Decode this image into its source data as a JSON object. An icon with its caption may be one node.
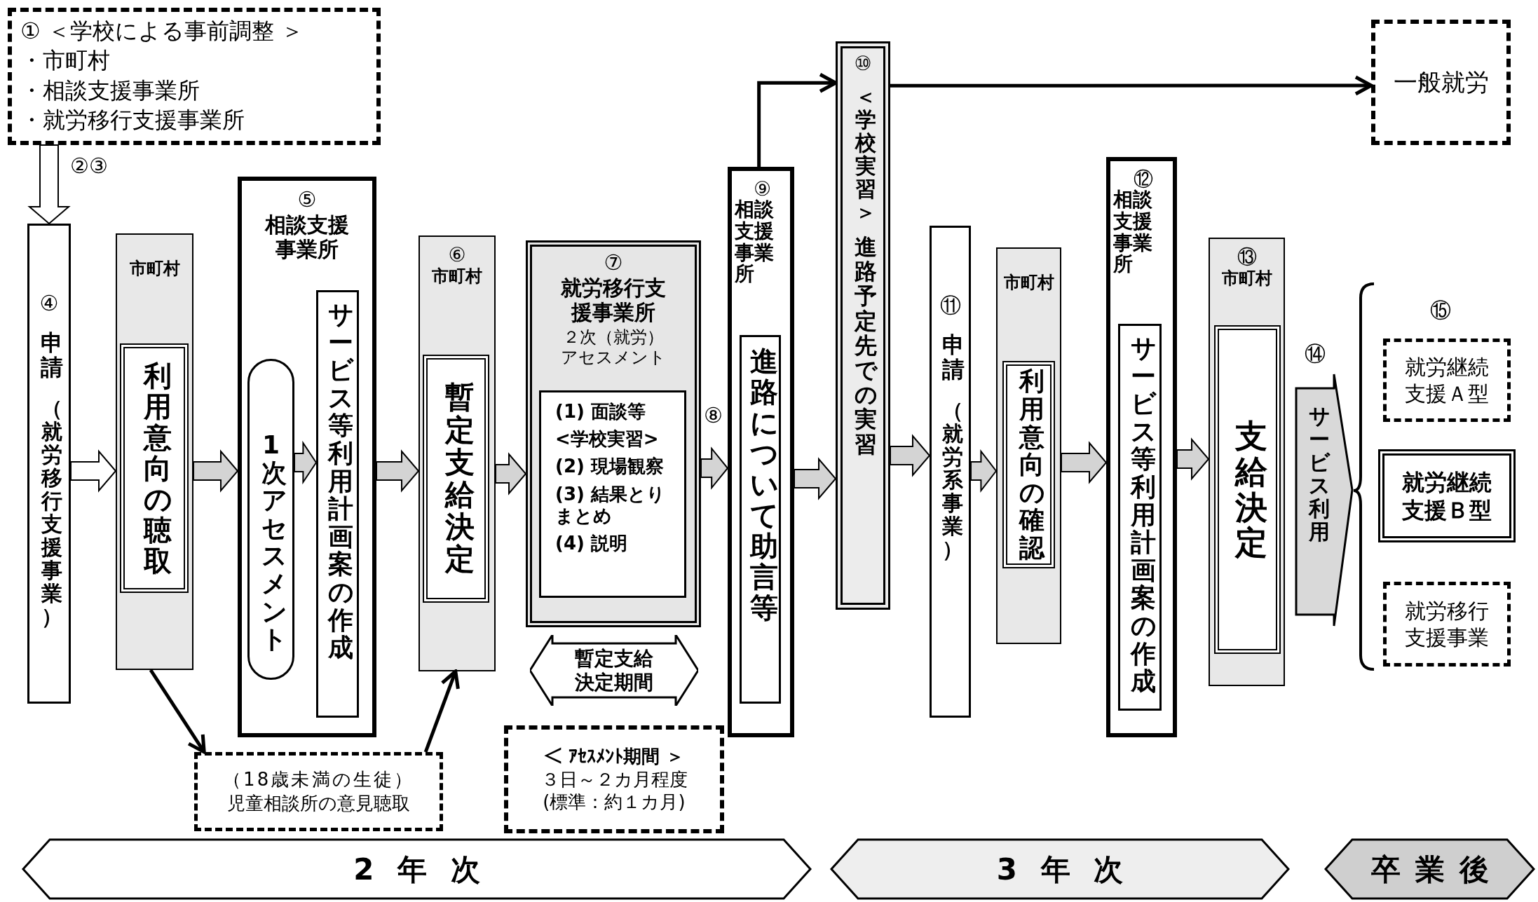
{
  "diagram": {
    "nodes": [
      {
        "text": [
          "① ＜学校による事前調整 ＞",
          "・市町村",
          "・相談支援事業所",
          "・就労移行支援事業所"
        ]
      },
      {
        "text": [
          "④",
          "申請",
          "（就労移行支援事業）"
        ]
      },
      {
        "text": [
          "市町村"
        ]
      },
      {
        "text": [
          "利用意向の聴取"
        ],
        "in": 2
      },
      {
        "text": [
          "⑤",
          "相談支援事業所"
        ]
      },
      {
        "text": [
          "1次アセスメント"
        ],
        "in": 4
      },
      {
        "text": [
          "サービス等利用計画案の作成"
        ],
        "in": 4
      },
      {
        "text": [
          "⑥",
          "市町村"
        ]
      },
      {
        "text": [
          "暫定支給決定"
        ],
        "in": 7
      },
      {
        "text": [
          "⑦",
          "就労移行支援事業所",
          "２次（就労）アセスメント"
        ]
      },
      {
        "text": [
          "(1) 面談等",
          "<学校実習>",
          "(2) 現場観察",
          "(3) 結果とりまとめ",
          "(4) 説明"
        ],
        "in": 9
      },
      {
        "text": [
          "暫定支給決定期間"
        ]
      },
      {
        "text": [
          "＜ ｱｾｽﾒﾝﾄ期間 ＞",
          "３日～２カ月程度",
          "(標準：約１カ月)"
        ]
      },
      {
        "text": [
          "⑨",
          "相談支援事業所"
        ]
      },
      {
        "text": [
          "進路について助言等"
        ],
        "in": 13
      },
      {
        "text": [
          "⑩",
          "＜学校実習＞",
          "進路予定先での実習"
        ]
      },
      {
        "text": [
          "一般就労"
        ]
      },
      {
        "text": [
          "⑪",
          "申請",
          "（就労系事業）"
        ]
      },
      {
        "text": [
          "市町村"
        ]
      },
      {
        "text": [
          "利用意向の確認"
        ],
        "in": 18
      },
      {
        "text": [
          "⑫",
          "相談支援事業所"
        ]
      },
      {
        "text": [
          "サービス等利用計画案の作成"
        ],
        "in": 20
      },
      {
        "text": [
          "⑬",
          "市町村"
        ]
      },
      {
        "text": [
          "支給決定"
        ],
        "in": 22
      },
      {
        "text": [
          "サービス利用"
        ],
        "beside": [
          "⑭"
        ]
      },
      {
        "text": [
          "就労継続支援Ａ型"
        ]
      },
      {
        "text": [
          "就労継続支援Ｂ型"
        ]
      },
      {
        "text": [
          "就労移行支援事業"
        ]
      },
      {
        "text": [
          "（18歳未満の生徒）",
          "児童相談所の意見聴取"
        ]
      },
      {
        "text": [
          "2年次"
        ]
      },
      {
        "text": [
          "3年次"
        ]
      },
      {
        "text": [
          "卒業後"
        ]
      }
    ],
    "edges": [
      {
        "from": 0,
        "to": 1,
        "arrow": "to",
        "label": "②③"
      },
      {
        "from": 1,
        "to": 2,
        "arrow": "to"
      },
      {
        "from": 2,
        "to": 4,
        "arrow": "to"
      },
      {
        "from": 5,
        "to": 6,
        "arrow": "to"
      },
      {
        "from": 4,
        "to": 7,
        "arrow": "to"
      },
      {
        "from": 7,
        "to": 9,
        "arrow": "to"
      },
      {
        "from": 9,
        "to": 13,
        "arrow": "to",
        "label": "⑧"
      },
      {
        "from": 13,
        "to": 15,
        "arrow": "to"
      },
      {
        "from": 15,
        "to": 17,
        "arrow": "to"
      },
      {
        "from": 17,
        "to": 18,
        "arrow": "to"
      },
      {
        "from": 18,
        "to": 20,
        "arrow": "to"
      },
      {
        "from": 20,
        "to": 22,
        "arrow": "to"
      },
      {
        "from": 2,
        "to": 28,
        "arrow": "to"
      },
      {
        "from": 28,
        "to": 7,
        "arrow": "to"
      },
      {
        "from": 13,
        "to": 15,
        "arrow": "to"
      },
      {
        "from": 15,
        "to": 16,
        "arrow": "to"
      }
    ],
    "labels": [
      "⑮"
    ]
  }
}
